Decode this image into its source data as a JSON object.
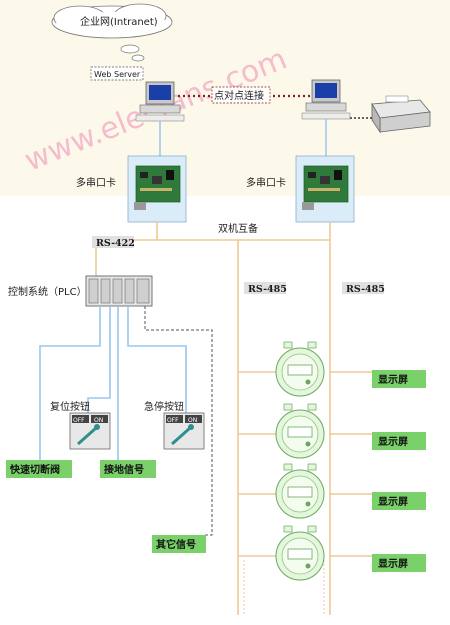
{
  "cloud": {
    "label": "企业网(Intranet)"
  },
  "web_server": {
    "label": "Web Server"
  },
  "p2p_link": {
    "label": "点对点连接"
  },
  "watermark": {
    "text": "www.elecfans.com"
  },
  "serial_left": {
    "label": "多串口卡"
  },
  "serial_right": {
    "label": "多串口卡"
  },
  "dual_backup": {
    "label": "双机互备"
  },
  "rs422": {
    "label": "RS-422"
  },
  "rs485_a": {
    "label": "RS-485"
  },
  "rs485_b": {
    "label": "RS-485"
  },
  "plc": {
    "label": "控制系统（PLC）"
  },
  "reset_btn": {
    "label": "复位按钮",
    "off": "OFF",
    "on": "ON"
  },
  "estop_btn": {
    "label": "急停按钮",
    "off": "OFF",
    "on": "ON"
  },
  "quick_valve": {
    "label": "快速切断阀"
  },
  "ground": {
    "label": "接地信号"
  },
  "other": {
    "label": "其它信号"
  },
  "displays": [
    "显示屏",
    "显示屏",
    "显示屏",
    "显示屏"
  ],
  "colors": {
    "orange_line": "#f0c896",
    "blue_line": "#9ac6ee",
    "green_label": "#7ad16a",
    "p2p_dots": "#8b1a1a",
    "card_bg": "#d9ecf7"
  }
}
